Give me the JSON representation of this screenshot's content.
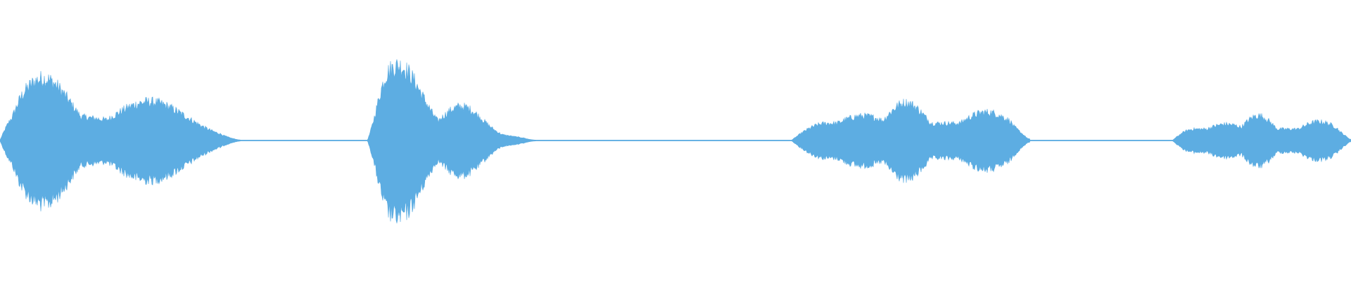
{
  "waveform": {
    "color": "#5dade2",
    "segments": [
      {
        "start": 0.0,
        "end": 0.178,
        "peak": 0.58,
        "attack": 0.1,
        "shape": "double-hump"
      },
      {
        "start": 0.272,
        "end": 0.398,
        "peak": 0.7,
        "attack": 0.12,
        "shape": "decay"
      },
      {
        "start": 0.586,
        "end": 0.762,
        "peak": 0.35,
        "attack": 0.15,
        "shape": "swell"
      },
      {
        "start": 0.868,
        "end": 1.0,
        "peak": 0.23,
        "attack": 0.12,
        "shape": "swell"
      }
    ]
  }
}
